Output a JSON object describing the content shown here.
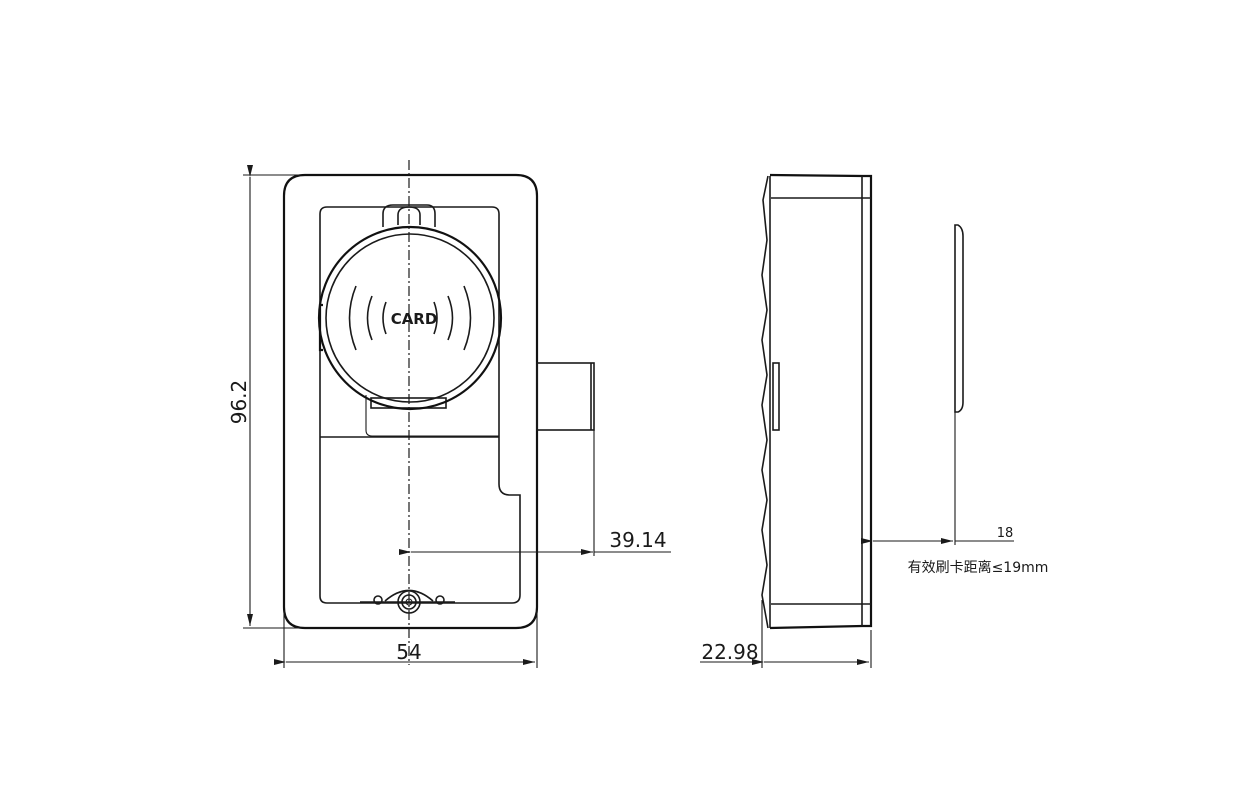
{
  "drawing": {
    "front_view": {
      "card_label": "CARD",
      "dim_height": "96.2",
      "dim_width": "54",
      "dim_bolt_offset": "39.14"
    },
    "side_view": {
      "dim_depth": "22.98",
      "dim_card_gap": "18",
      "note": "有效刷卡距离≤19mm"
    },
    "colors": {
      "line": "#1a1a1a",
      "background": "#ffffff"
    }
  }
}
